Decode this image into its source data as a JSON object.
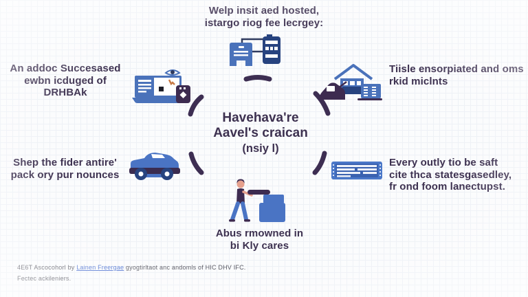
{
  "colors": {
    "background": "#fbfcfd",
    "grid_line": "#eef1f6",
    "text_dark": "#3d3150",
    "arc": "#3d2e52",
    "blue_primary": "#4a74c4",
    "blue_navy": "#27437f",
    "purple_dark": "#3d2b50",
    "skin": "#e5a08d",
    "orange_accent": "#c87a45",
    "footer_text": "#55555f",
    "footer_link": "#4a6fd0"
  },
  "icons": {
    "top": "building-pair-icon",
    "left_top": "laptop-monitor-icon",
    "right_top": "house-icon",
    "left_middle": "car-icon",
    "right_middle": "rack-panel-icon",
    "bottom": "person-boxes-icon"
  },
  "top_heading": {
    "line1": "Welp insit aed hosted,",
    "line2": "istargo riog fee lecrgey:"
  },
  "center": {
    "line1": "Havehava're",
    "line2": "Aavel's craican",
    "line3": "(nsiy l)"
  },
  "nodes": {
    "monitor": {
      "line1": "An addoc Succesased",
      "line2": "ewbn icduged of DRHBAk"
    },
    "house": {
      "line1": "Tiisle ensorpiated and oms",
      "line2": "rkid miclnts"
    },
    "car": {
      "line1": "Shep the fider antire'",
      "line2": "pack ory pur nounces"
    },
    "panel": {
      "line1": "Every outly tio be saft",
      "line2": "cite thca statesgasedley,",
      "line3": "fr ond foom lanectupst."
    },
    "person": {
      "line1": "Abus rmowned in",
      "line2": "bi Kly cares"
    }
  },
  "footer": {
    "prefix": "4E6T Ascocohorl by ",
    "link": "Lainen Freergae",
    "suffix": " gyogtirltaot anc andomls of HIC DHV IFC.",
    "line2": "Fectec ackileniers."
  }
}
